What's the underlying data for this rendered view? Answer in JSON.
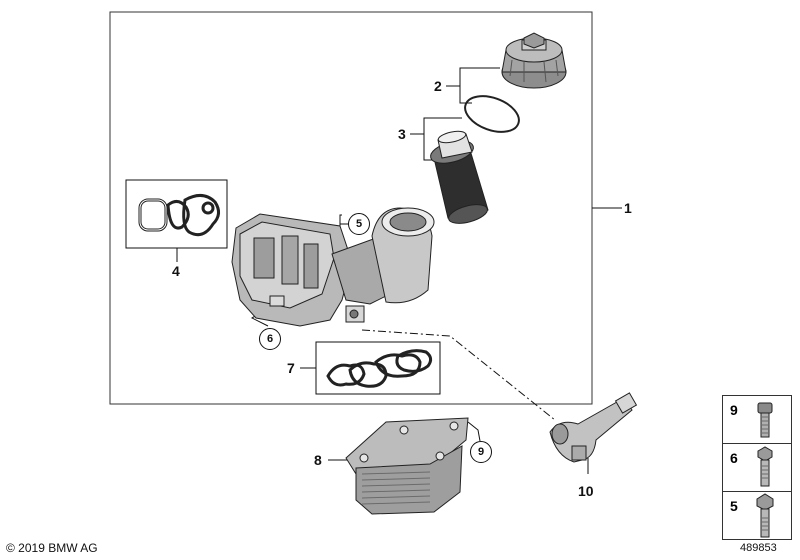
{
  "callouts": {
    "c1": "1",
    "c2": "2",
    "c3": "3",
    "c4": "4",
    "c5": "5",
    "c6": "6",
    "c7": "7",
    "c8": "8",
    "c9": "9",
    "c10": "10"
  },
  "legend": {
    "row1": "9",
    "row2": "6",
    "row3": "5"
  },
  "footer": {
    "copyright": "© 2019 BMW AG",
    "doc_number": "489853"
  }
}
